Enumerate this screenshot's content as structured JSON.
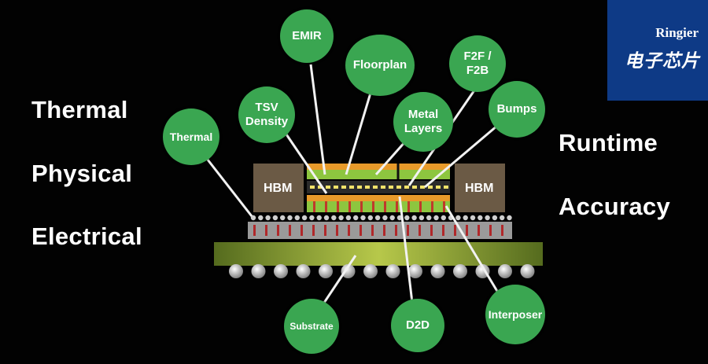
{
  "left_labels": [
    "Thermal",
    "Physical",
    "Electrical"
  ],
  "right_labels": [
    "Runtime",
    "Accuracy"
  ],
  "hbm_labels": [
    "HBM",
    "HBM"
  ],
  "bubbles": {
    "emir": "EMIR",
    "floorplan": "Floorplan",
    "f2f": "F2F /\nF2B",
    "tsv": "TSV\nDensity",
    "metal": "Metal\nLayers",
    "bumps": "Bumps",
    "thermal": "Thermal",
    "substrate": "Substrate",
    "d2d": "D2D",
    "interposer": "Interposer"
  },
  "logo": {
    "brand": "Ringier",
    "name": "电子芯片"
  },
  "colors": {
    "bubble": "#3aa651",
    "logo_bg": "#0e3a86",
    "background": "#020202"
  }
}
